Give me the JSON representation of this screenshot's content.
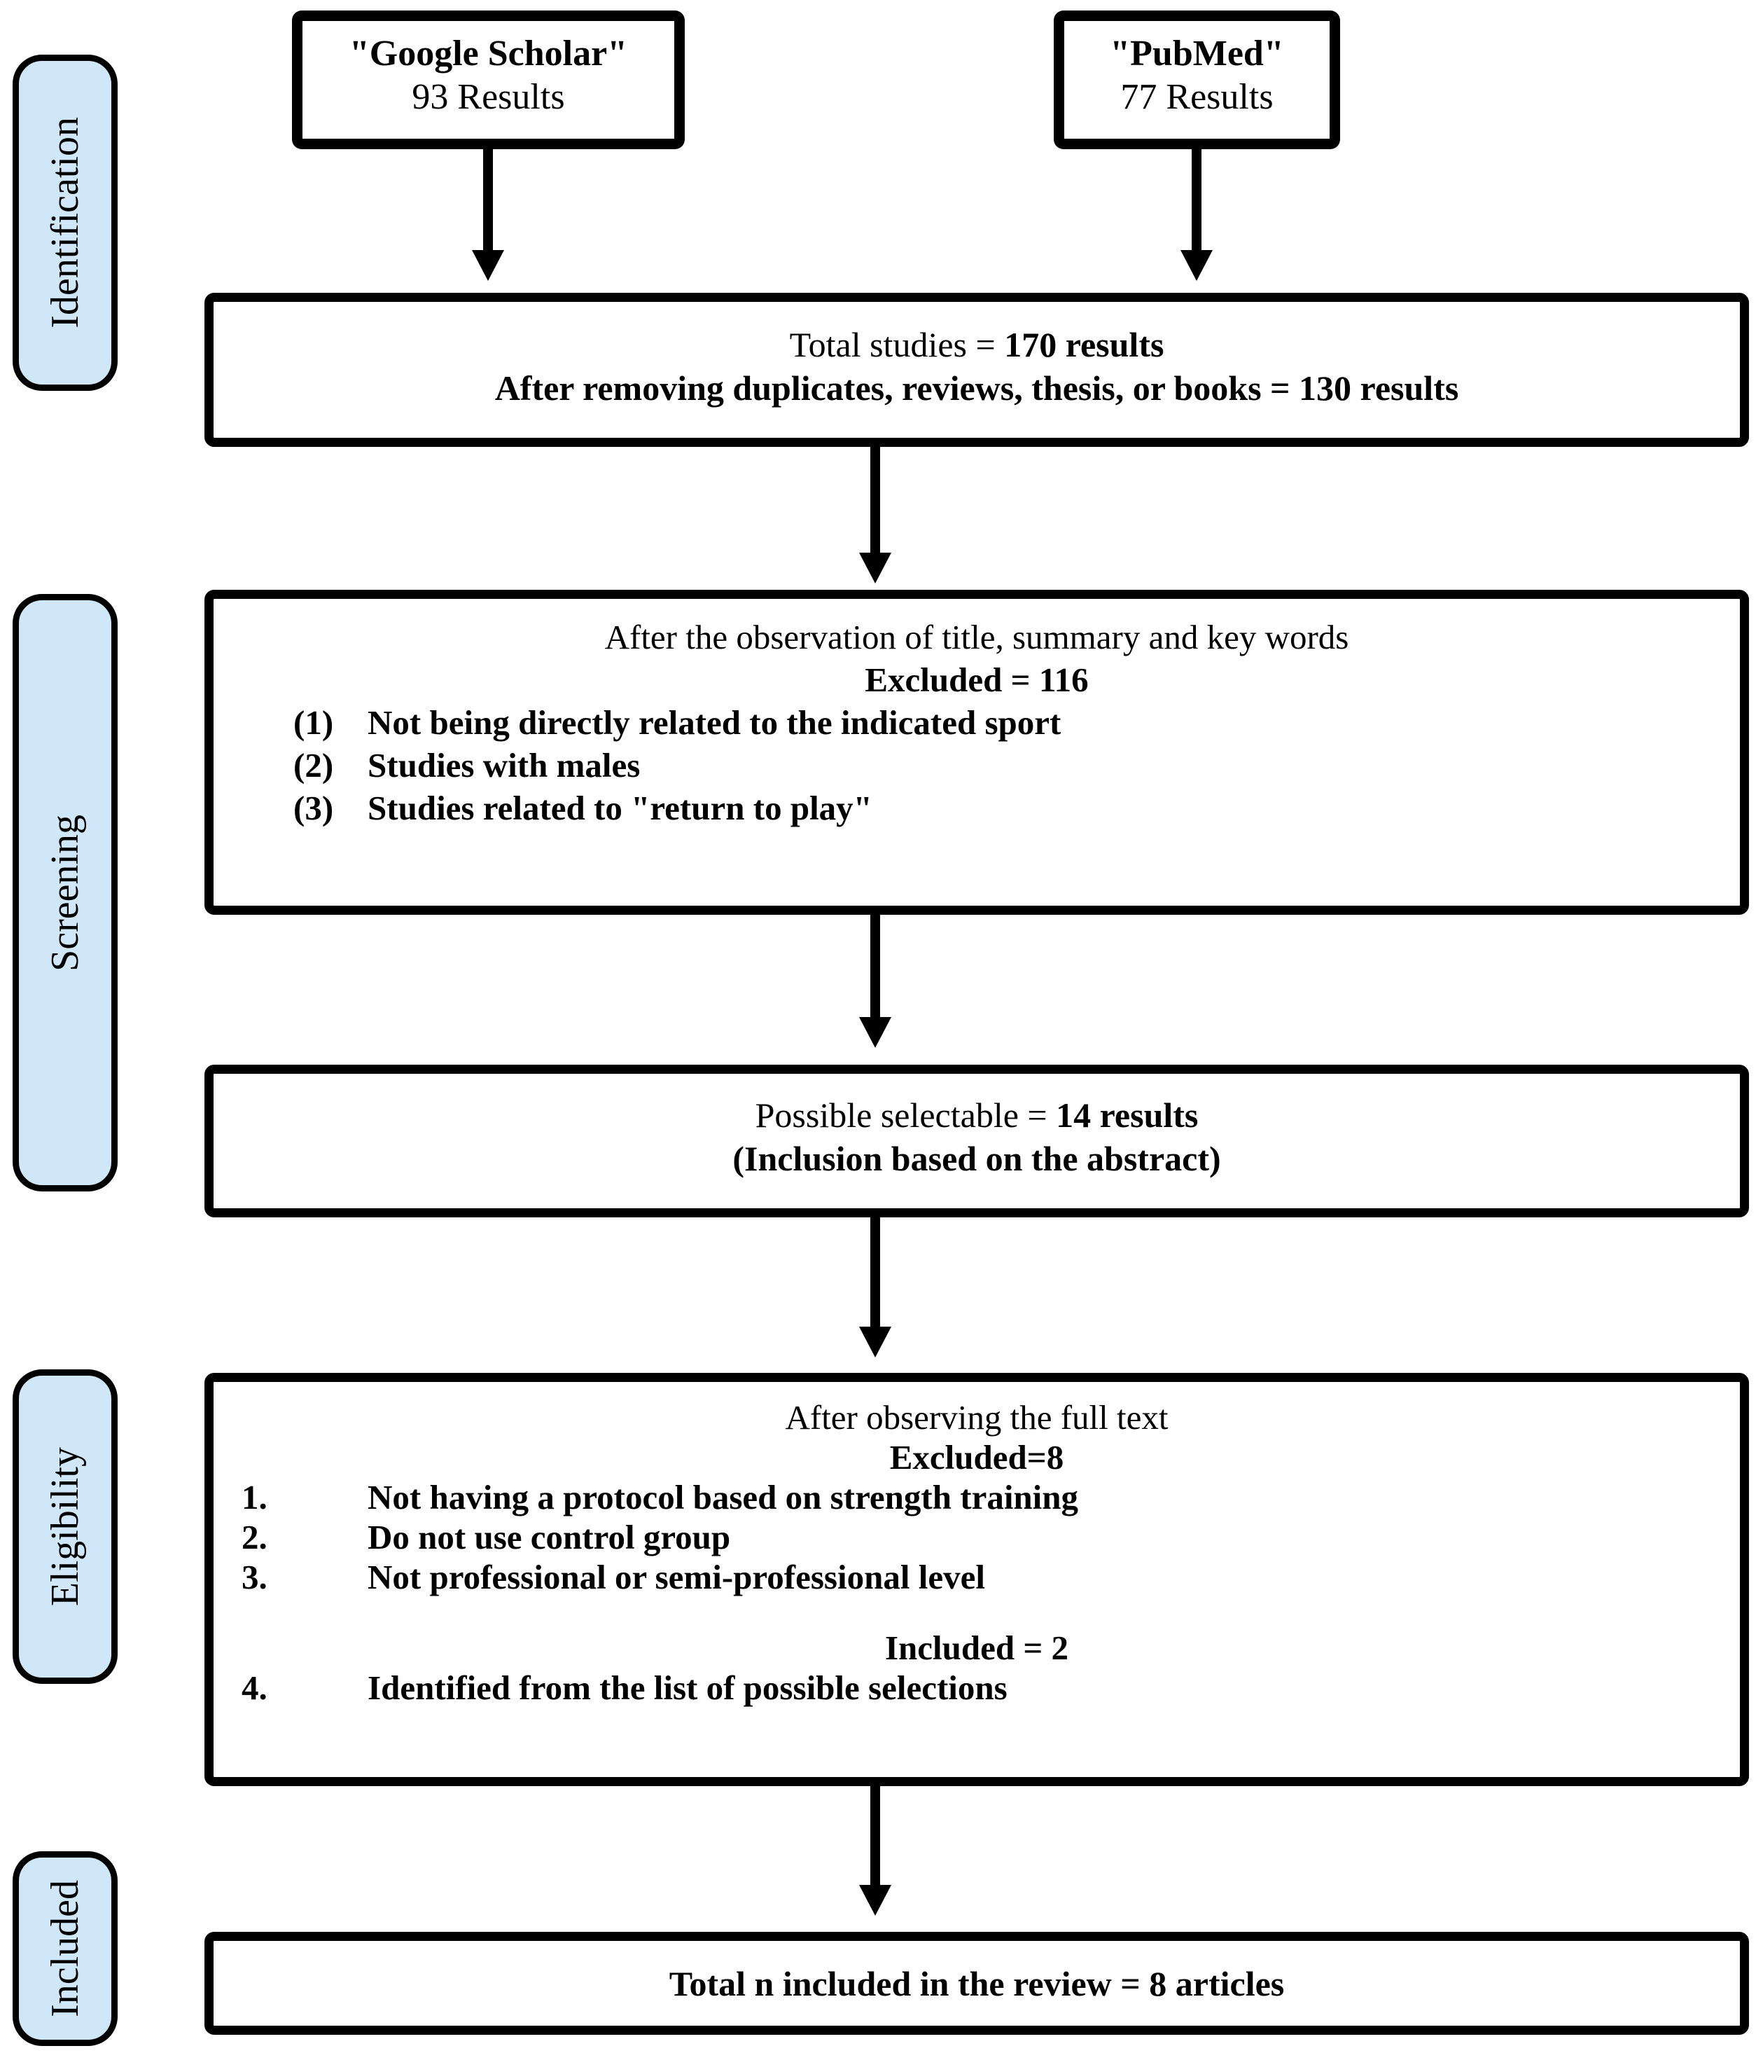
{
  "diagram": {
    "sidebar": {
      "identification": "Identification",
      "screening": "Screening",
      "eligibility": "Eligibility",
      "included": "Included"
    },
    "sources": {
      "google_scholar": {
        "name": "\"Google Scholar\"",
        "results": "93 Results"
      },
      "pubmed": {
        "name": "\"PubMed\"",
        "results": "77 Results"
      }
    },
    "total_box": {
      "line1_prefix": "Total studies = ",
      "line1_bold": "170 results",
      "line2": "After removing duplicates, reviews, thesis, or books = 130 results"
    },
    "screening_box": {
      "title": "After the observation of title, summary and key words",
      "excluded": "Excluded = 116",
      "items": [
        {
          "marker": "(1)",
          "text": "Not being directly related to the indicated sport"
        },
        {
          "marker": "(2)",
          "text": "Studies with males"
        },
        {
          "marker": "(3)",
          "text": "Studies related to \"return to play\""
        }
      ]
    },
    "possible_box": {
      "line1_prefix": "Possible selectable = ",
      "line1_bold": "14 results",
      "line2": "(Inclusion based on the abstract)"
    },
    "eligibility_box": {
      "title": "After observing the full text",
      "excluded": "Excluded=8",
      "items": [
        {
          "marker": "1.",
          "text": "Not having a protocol based on strength training"
        },
        {
          "marker": "2.",
          "text": "Do not use control group"
        },
        {
          "marker": "3.",
          "text": "Not professional or semi-professional level"
        }
      ],
      "included": "Included = 2",
      "item4": {
        "marker": "4.",
        "text": "Identified from the list of possible selections"
      }
    },
    "final_box": {
      "text": "Total n included in the review = 8 articles"
    },
    "colors": {
      "sidebar_fill": "#cfe7f8",
      "line": "#000000"
    }
  }
}
